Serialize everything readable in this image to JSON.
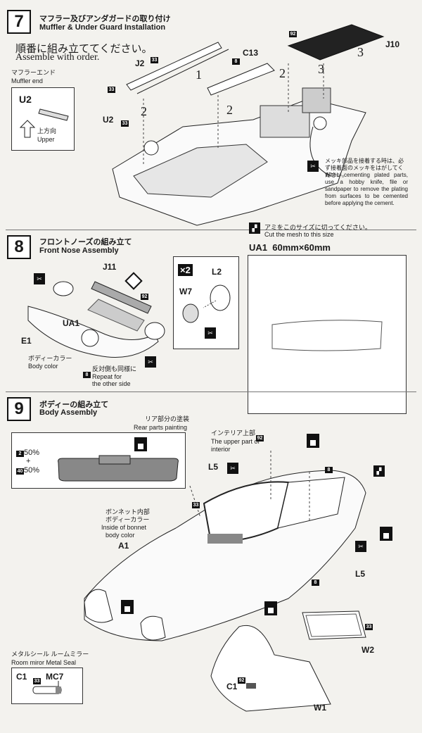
{
  "page_numbers": [
    "7",
    "8",
    "9"
  ],
  "step7": {
    "number": "7",
    "title_jp": "マフラー及びアンダガードの取り付け",
    "title_en": "Muffler & Under Guard Installation",
    "order_jp": "順番に組み立ててください。",
    "order_en": "Assemble with order.",
    "muffler_end_jp": "マフラーエンド",
    "muffler_end_en": "Muffler end",
    "u2_box_part": "U2",
    "upper_jp": "上方向",
    "upper_en": "Upper",
    "parts": {
      "j2": "J2",
      "c13": "C13",
      "j10": "J10",
      "u2": "U2"
    },
    "badges": {
      "b92": "92",
      "b33a": "33",
      "b33b": "33",
      "b33c": "33",
      "b8": "8"
    },
    "sequence": [
      "1",
      "2",
      "2",
      "2",
      "3",
      "3"
    ],
    "note_jp": "メッキ部品を接着する時は、必ず接着面のメッキをはがしてください。",
    "note_en": "When cementing plated parts, use a hobby knife, file or sandpaper to remove the plating from surfaces to be cemented before applying the cement."
  },
  "step8": {
    "number": "8",
    "title_jp": "フロントノーズの組み立て",
    "title_en": "Front Nose Assembly",
    "mesh_jp": "アミをこのサイズに切ってください。",
    "mesh_en": "Cut the mesh to this size",
    "mesh_label": "UA1  60mm×60mm",
    "parts": {
      "j11": "J11",
      "ua1": "UA1",
      "e1": "E1",
      "l2": "L2",
      "w7": "W7"
    },
    "times": "2",
    "badge_92": "92",
    "body_color_jp": "ボディーカラー",
    "body_color_en": "Body color",
    "repeat_jp": "反対側も同様に",
    "repeat_en1": "Repeat for",
    "repeat_en2": "the other side",
    "repeat_badge": "8"
  },
  "step9": {
    "number": "9",
    "title_jp": "ボディーの組み立て",
    "title_en": "Body Assembly",
    "rear_jp": "リア部分の塗装",
    "rear_en": "Rear parts painting",
    "mix": {
      "c1": "2",
      "p1": "50%",
      "plus": "+",
      "c2": "40",
      "p2": "50%"
    },
    "interior_jp": "インテリア上部",
    "interior_en1": "The upper part of",
    "interior_en2": "interior",
    "bonnet_jp1": "ボンネット内部",
    "bonnet_jp2": "ボディーカラー",
    "bonnet_en1": "Inside of bonnet",
    "bonnet_en2": "body color",
    "parts": {
      "l5a": "L5",
      "l5b": "L5",
      "a1": "A1",
      "w2": "W2",
      "c1": "C1",
      "w1": "W1"
    },
    "badges": {
      "b92a": "92",
      "b92b": "92",
      "b33a": "33",
      "b33b": "33",
      "b8a": "8",
      "b8b": "8"
    },
    "mirror_jp": "メタルシール ルームミラー",
    "mirror_en": "Room miror Metal Seal",
    "mirror_parts": {
      "c1": "C1",
      "b33": "33",
      "mc7": "MC7"
    }
  }
}
